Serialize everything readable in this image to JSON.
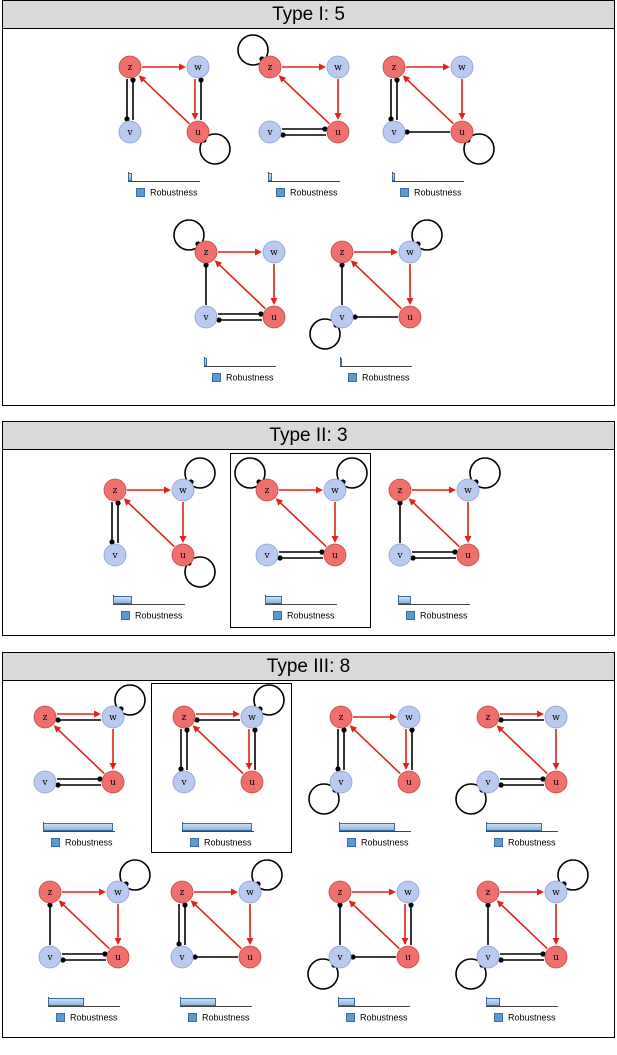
{
  "colors": {
    "active_node": "#ef6f6c",
    "inactive_node": "#b9c9ef",
    "activation_edge": "#e0231b",
    "inhibition_edge": "#000000",
    "robustness_bar": "#5b9bd5",
    "header_bg": "#d9d9d9"
  },
  "legend_label": "Robustness",
  "node_labels": {
    "z": "z",
    "w": "w",
    "v": "v",
    "u": "u"
  },
  "panels": [
    {
      "title": "Type I: 5",
      "motifs": [
        {
          "robustness": 0.06,
          "self_loops": [
            "u"
          ],
          "zv_double": true,
          "wu_double": true,
          "vu_double": false,
          "vu_single": false
        },
        {
          "robustness": 0.06,
          "self_loops": [
            "z"
          ],
          "zv_double": false,
          "wu_double": false,
          "vu_double": true,
          "vu_single": false
        },
        {
          "robustness": 0.04,
          "self_loops": [
            "u"
          ],
          "zv_double": true,
          "wu_double": false,
          "vu_double": false,
          "vu_single": true
        },
        {
          "robustness": 0.04,
          "self_loops": [
            "z"
          ],
          "zv_double": false,
          "wu_double": false,
          "vu_double": true,
          "vu_single": false,
          "zv_single": true
        },
        {
          "robustness": 0.01,
          "self_loops": [
            "w",
            "v"
          ],
          "zv_double": false,
          "wu_double": false,
          "vu_double": false,
          "vu_single": true,
          "zv_single": true
        }
      ]
    },
    {
      "title": "Type II: 3",
      "highlighted_motif": 2,
      "motifs": [
        {
          "robustness": 0.26,
          "self_loops": [
            "w",
            "u"
          ],
          "zv_double": true,
          "wu_double": false,
          "vu_double": false,
          "vu_single": false
        },
        {
          "robustness": 0.24,
          "self_loops": [
            "z",
            "w"
          ],
          "zv_double": false,
          "wu_double": false,
          "vu_double": true,
          "vu_single": false
        },
        {
          "robustness": 0.18,
          "self_loops": [
            "w"
          ],
          "zv_double": false,
          "wu_double": false,
          "vu_double": true,
          "vu_single": false,
          "zv_single": true
        }
      ]
    },
    {
      "title": "Type III: 8",
      "highlighted_motif": 2,
      "motifs": [
        {
          "robustness": 0.97,
          "self_loops": [
            "w"
          ],
          "zw_double": true,
          "zv_double": false,
          "wu_double": false,
          "vu_double": true
        },
        {
          "robustness": 0.97,
          "self_loops": [
            "w"
          ],
          "zw_double": true,
          "zv_double": true,
          "wu_double": true,
          "vu_double": false
        },
        {
          "robustness": 0.78,
          "self_loops": [
            "v"
          ],
          "zw_double": false,
          "zv_double": true,
          "wu_double": true,
          "vu_double": false
        },
        {
          "robustness": 0.78,
          "self_loops": [
            "v"
          ],
          "zw_double": true,
          "zv_double": false,
          "wu_double": false,
          "vu_double": true
        },
        {
          "robustness": 0.5,
          "self_loops": [
            "w"
          ],
          "zw_double": false,
          "zv_double": false,
          "wu_double": false,
          "vu_double": true,
          "zv_single": true
        },
        {
          "robustness": 0.5,
          "self_loops": [
            "w"
          ],
          "zw_double": false,
          "zv_double": true,
          "wu_double": false,
          "vu_double": false,
          "vu_single": true
        },
        {
          "robustness": 0.24,
          "self_loops": [
            "v"
          ],
          "zw_double": false,
          "zv_double": false,
          "wu_double": true,
          "vu_double": false,
          "vu_single": true,
          "zv_single": true
        },
        {
          "robustness": 0.2,
          "self_loops": [
            "w",
            "v"
          ],
          "zw_double": false,
          "zv_double": false,
          "wu_double": false,
          "vu_double": true,
          "zv_single": true
        }
      ]
    }
  ]
}
